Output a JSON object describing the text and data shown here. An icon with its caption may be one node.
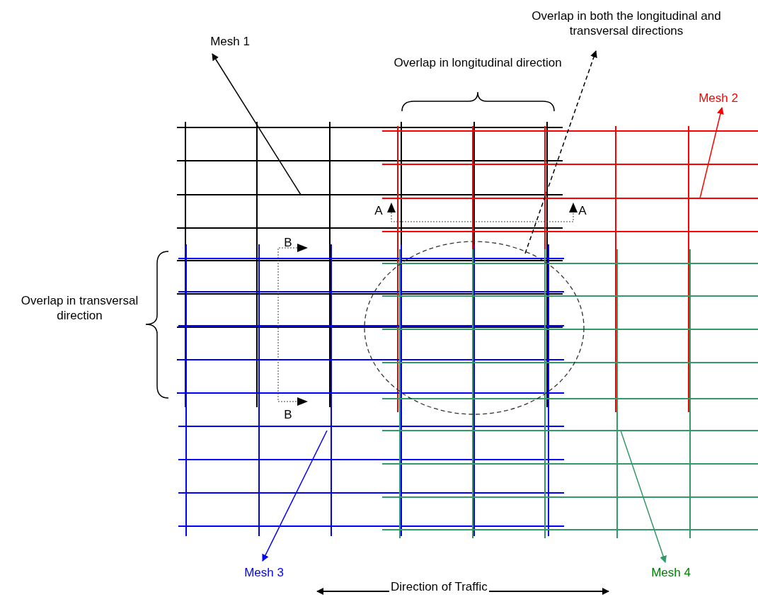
{
  "diagram": {
    "nodes": [
      {
        "text": [
          "Overlap in both the longitudinal and transversal directions"
        ]
      },
      {
        "text": [
          "Mesh 1"
        ]
      },
      {
        "text": [
          "Mesh 2"
        ]
      },
      {
        "text": [
          "Mesh 3"
        ]
      },
      {
        "text": [
          "Mesh 4"
        ]
      },
      {
        "text": [],
        "shape": "grid"
      },
      {
        "text": [],
        "shape": "grid"
      },
      {
        "text": [],
        "shape": "grid"
      },
      {
        "text": [],
        "shape": "grid"
      },
      {
        "text": [],
        "shape": "ellipse"
      }
    ],
    "edges": [
      {
        "from": 5,
        "to": 1,
        "arrow": "to"
      },
      {
        "from": 9,
        "to": 0,
        "arrow": "to",
        "style": "dashed"
      },
      {
        "from": 6,
        "to": 2,
        "arrow": "to",
        "color": "#ff0000"
      },
      {
        "from": 7,
        "to": 3,
        "arrow": "to",
        "color": "#0000ff"
      },
      {
        "from": 8,
        "to": 4,
        "arrow": "to",
        "color": "#339966"
      }
    ],
    "labels": [
      "Overlap in longitudinal direction",
      "A",
      "A",
      "B",
      "Overlap in transversal direction",
      "B",
      "Direction of Traffic"
    ]
  }
}
